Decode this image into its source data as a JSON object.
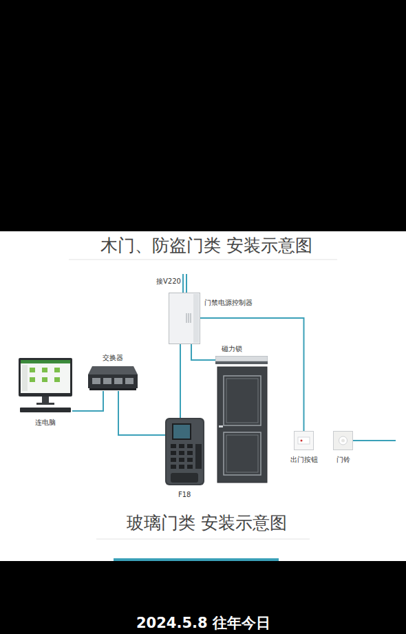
{
  "diagram": {
    "title": "木门、防盗门类 安装示意图",
    "nodes": [
      {
        "text": [
          "门禁电源控制器"
        ]
      },
      {
        "text": [
          "交换器"
        ]
      },
      {
        "text": [
          "连电脑"
        ]
      },
      {
        "text": [
          "磁力锁"
        ]
      },
      {
        "text": [
          "F18"
        ]
      },
      {
        "text": [
          "出门按钮"
        ]
      },
      {
        "text": [
          "门铃"
        ]
      }
    ],
    "edges": [
      {
        "from": 2,
        "to": 1,
        "arrow": "none"
      },
      {
        "from": 1,
        "to": 4,
        "arrow": "none"
      },
      {
        "from": 0,
        "to": 4,
        "arrow": "none"
      },
      {
        "from": 0,
        "to": 3,
        "arrow": "none"
      },
      {
        "from": 0,
        "to": 5,
        "arrow": "none"
      }
    ],
    "labels": [
      "接V220",
      "玻璃门类 安装示意图",
      "2024.5.8 往年今日"
    ]
  }
}
